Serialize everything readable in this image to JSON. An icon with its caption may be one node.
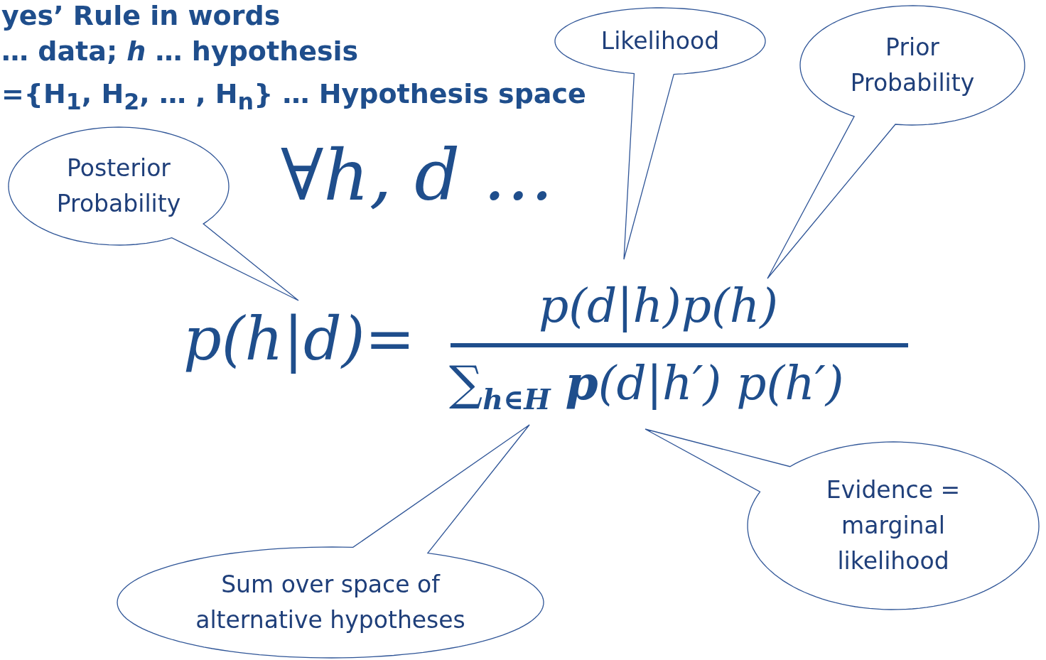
{
  "diagram": {
    "nodes": [
      {
        "text": [
          "Posterior Probability"
        ]
      },
      {
        "text": [
          "Likelihood"
        ]
      },
      {
        "text": [
          "Prior Probability"
        ]
      },
      {
        "text": [
          "Sum over space of alternative hypotheses"
        ]
      },
      {
        "text": [
          "Evidence = marginal likelihood"
        ]
      }
    ],
    "labels": [
      "yes’ Rule in words",
      "… data; *h* … hypothesis",
      "={H$_{1}$, H$_{2}$, … , H$_{n}$} … Hypothesis space",
      "∀h, d  …",
      "p(h|d)=",
      "p(d|h)p(h)",
      "∑$_{h∈H}$ **p**(d|h′) p(h′)"
    ]
  }
}
